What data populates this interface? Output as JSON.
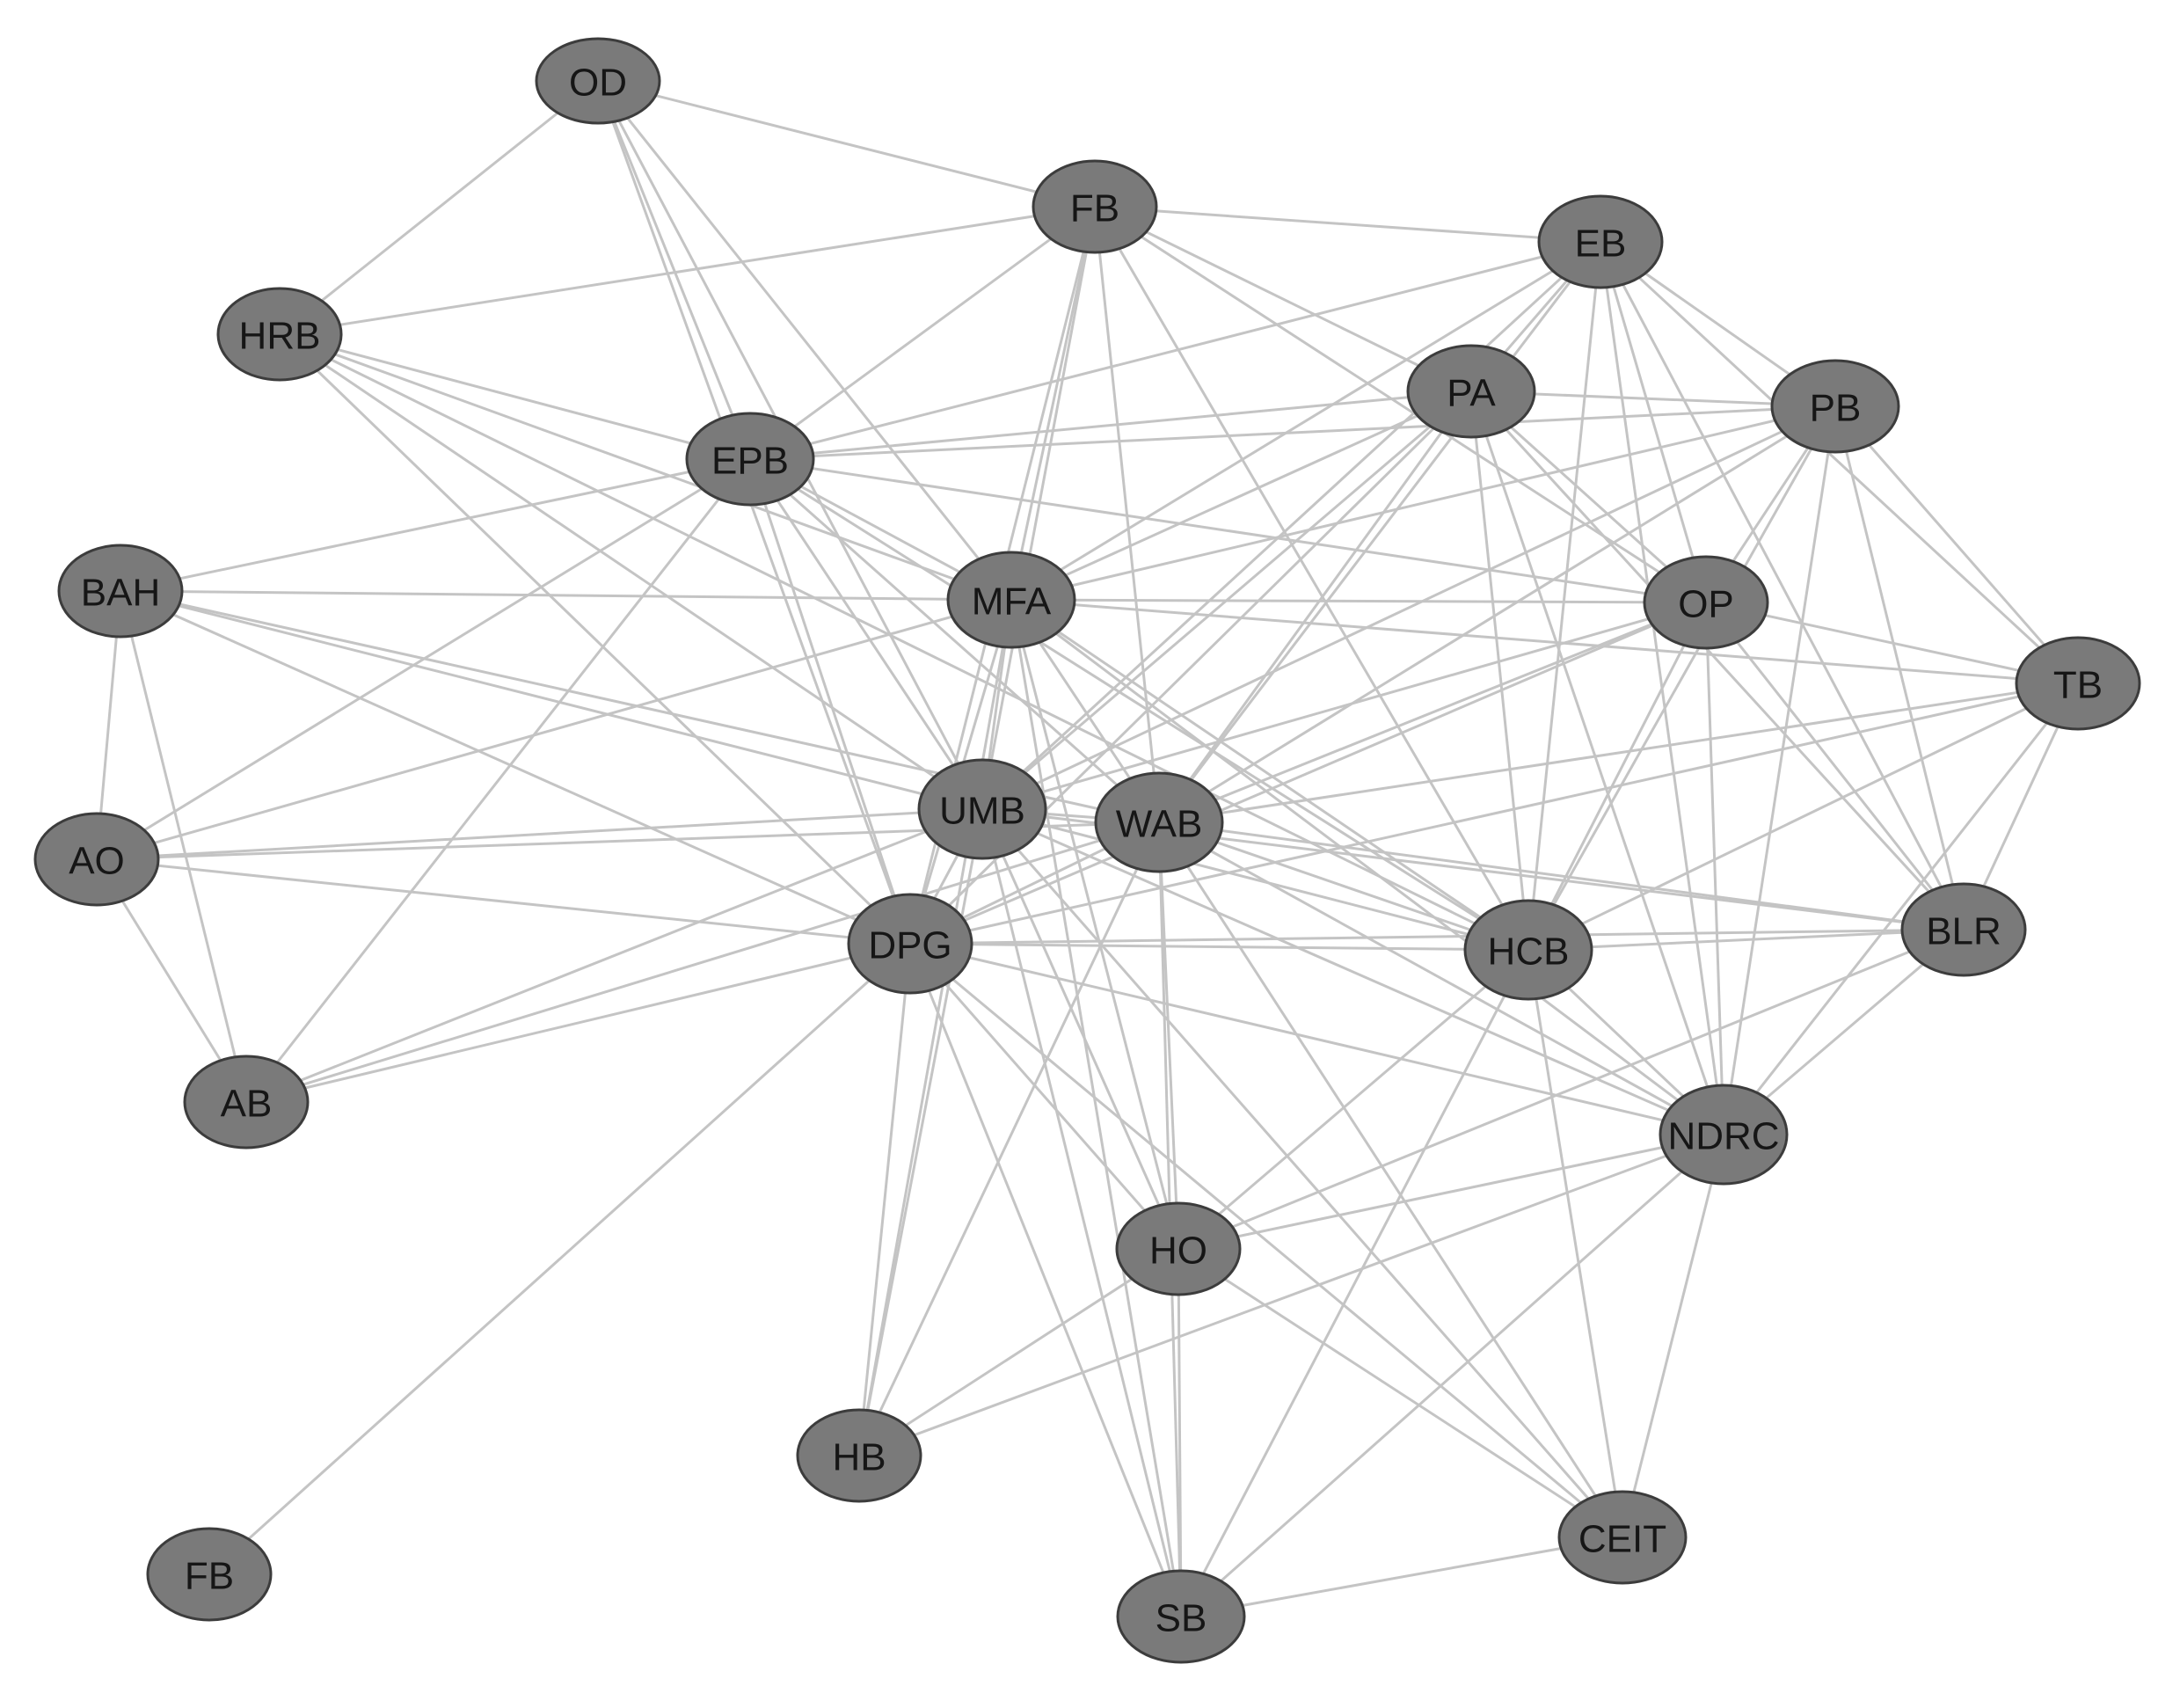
{
  "diagram": {
    "type": "network",
    "node_color": "#7a7a7a",
    "node_border_color": "#3c3c3c",
    "edge_color": "#c4c4c4",
    "label_color": "#161616",
    "nodes": [
      {
        "id": "OD",
        "label": "OD"
      },
      {
        "id": "FB1",
        "label": "FB"
      },
      {
        "id": "EB",
        "label": "EB"
      },
      {
        "id": "HRB",
        "label": "HRB"
      },
      {
        "id": "PA",
        "label": "PA"
      },
      {
        "id": "PB",
        "label": "PB"
      },
      {
        "id": "EPB",
        "label": "EPB"
      },
      {
        "id": "BAH",
        "label": "BAH"
      },
      {
        "id": "MFA",
        "label": "MFA"
      },
      {
        "id": "OP",
        "label": "OP"
      },
      {
        "id": "TB",
        "label": "TB"
      },
      {
        "id": "UMB",
        "label": "UMB"
      },
      {
        "id": "WAB",
        "label": "WAB"
      },
      {
        "id": "AO",
        "label": "AO"
      },
      {
        "id": "DPG",
        "label": "DPG"
      },
      {
        "id": "HCB",
        "label": "HCB"
      },
      {
        "id": "BLR",
        "label": "BLR"
      },
      {
        "id": "AB",
        "label": "AB"
      },
      {
        "id": "NDRC",
        "label": "NDRC"
      },
      {
        "id": "HO",
        "label": "HO"
      },
      {
        "id": "HB",
        "label": "HB"
      },
      {
        "id": "CEIT",
        "label": "CEIT"
      },
      {
        "id": "FB2",
        "label": "FB"
      },
      {
        "id": "SB",
        "label": "SB"
      }
    ],
    "edges": [
      [
        "OD",
        "HRB"
      ],
      [
        "OD",
        "FB1"
      ],
      [
        "OD",
        "EPB"
      ],
      [
        "OD",
        "MFA"
      ],
      [
        "OD",
        "UMB"
      ],
      [
        "OD",
        "DPG"
      ],
      [
        "FB1",
        "HRB"
      ],
      [
        "FB1",
        "EB"
      ],
      [
        "FB1",
        "PA"
      ],
      [
        "FB1",
        "EPB"
      ],
      [
        "FB1",
        "MFA"
      ],
      [
        "FB1",
        "UMB"
      ],
      [
        "FB1",
        "WAB"
      ],
      [
        "FB1",
        "HCB"
      ],
      [
        "FB1",
        "OP"
      ],
      [
        "FB1",
        "DPG"
      ],
      [
        "EB",
        "EPB"
      ],
      [
        "EB",
        "PA"
      ],
      [
        "EB",
        "PB"
      ],
      [
        "EB",
        "OP"
      ],
      [
        "EB",
        "TB"
      ],
      [
        "EB",
        "MFA"
      ],
      [
        "EB",
        "UMB"
      ],
      [
        "EB",
        "WAB"
      ],
      [
        "EB",
        "HCB"
      ],
      [
        "EB",
        "BLR"
      ],
      [
        "EB",
        "NDRC"
      ],
      [
        "HRB",
        "EPB"
      ],
      [
        "HRB",
        "MFA"
      ],
      [
        "HRB",
        "UMB"
      ],
      [
        "HRB",
        "DPG"
      ],
      [
        "HRB",
        "HCB"
      ],
      [
        "PA",
        "PB"
      ],
      [
        "PA",
        "EPB"
      ],
      [
        "PA",
        "MFA"
      ],
      [
        "PA",
        "OP"
      ],
      [
        "PA",
        "UMB"
      ],
      [
        "PA",
        "WAB"
      ],
      [
        "PA",
        "DPG"
      ],
      [
        "PA",
        "HCB"
      ],
      [
        "PA",
        "NDRC"
      ],
      [
        "PA",
        "BLR"
      ],
      [
        "PB",
        "EPB"
      ],
      [
        "PB",
        "OP"
      ],
      [
        "PB",
        "TB"
      ],
      [
        "PB",
        "MFA"
      ],
      [
        "PB",
        "UMB"
      ],
      [
        "PB",
        "WAB"
      ],
      [
        "PB",
        "HCB"
      ],
      [
        "PB",
        "BLR"
      ],
      [
        "PB",
        "NDRC"
      ],
      [
        "EPB",
        "BAH"
      ],
      [
        "EPB",
        "AO"
      ],
      [
        "EPB",
        "AB"
      ],
      [
        "EPB",
        "MFA"
      ],
      [
        "EPB",
        "OP"
      ],
      [
        "EPB",
        "UMB"
      ],
      [
        "EPB",
        "WAB"
      ],
      [
        "EPB",
        "DPG"
      ],
      [
        "EPB",
        "HCB"
      ],
      [
        "BAH",
        "AO"
      ],
      [
        "BAH",
        "AB"
      ],
      [
        "BAH",
        "MFA"
      ],
      [
        "BAH",
        "UMB"
      ],
      [
        "BAH",
        "WAB"
      ],
      [
        "BAH",
        "DPG"
      ],
      [
        "MFA",
        "OP"
      ],
      [
        "MFA",
        "TB"
      ],
      [
        "MFA",
        "UMB"
      ],
      [
        "MFA",
        "WAB"
      ],
      [
        "MFA",
        "DPG"
      ],
      [
        "MFA",
        "HCB"
      ],
      [
        "MFA",
        "AO"
      ],
      [
        "MFA",
        "HO"
      ],
      [
        "MFA",
        "HB"
      ],
      [
        "MFA",
        "SB"
      ],
      [
        "MFA",
        "NDRC"
      ],
      [
        "OP",
        "TB"
      ],
      [
        "OP",
        "UMB"
      ],
      [
        "OP",
        "WAB"
      ],
      [
        "OP",
        "HCB"
      ],
      [
        "OP",
        "BLR"
      ],
      [
        "OP",
        "NDRC"
      ],
      [
        "OP",
        "DPG"
      ],
      [
        "TB",
        "WAB"
      ],
      [
        "TB",
        "DPG"
      ],
      [
        "TB",
        "HCB"
      ],
      [
        "TB",
        "BLR"
      ],
      [
        "TB",
        "NDRC"
      ],
      [
        "UMB",
        "WAB"
      ],
      [
        "UMB",
        "AO"
      ],
      [
        "UMB",
        "AB"
      ],
      [
        "UMB",
        "DPG"
      ],
      [
        "UMB",
        "HCB"
      ],
      [
        "UMB",
        "BLR"
      ],
      [
        "UMB",
        "HO"
      ],
      [
        "UMB",
        "HB"
      ],
      [
        "UMB",
        "SB"
      ],
      [
        "UMB",
        "CEIT"
      ],
      [
        "UMB",
        "NDRC"
      ],
      [
        "WAB",
        "AO"
      ],
      [
        "WAB",
        "DPG"
      ],
      [
        "WAB",
        "HCB"
      ],
      [
        "WAB",
        "BLR"
      ],
      [
        "WAB",
        "NDRC"
      ],
      [
        "WAB",
        "HO"
      ],
      [
        "WAB",
        "HB"
      ],
      [
        "WAB",
        "SB"
      ],
      [
        "WAB",
        "CEIT"
      ],
      [
        "AO",
        "AB"
      ],
      [
        "AO",
        "DPG"
      ],
      [
        "DPG",
        "HCB"
      ],
      [
        "DPG",
        "BLR"
      ],
      [
        "DPG",
        "AB"
      ],
      [
        "DPG",
        "FB2"
      ],
      [
        "DPG",
        "HO"
      ],
      [
        "DPG",
        "HB"
      ],
      [
        "DPG",
        "SB"
      ],
      [
        "DPG",
        "NDRC"
      ],
      [
        "DPG",
        "CEIT"
      ],
      [
        "HCB",
        "BLR"
      ],
      [
        "HCB",
        "NDRC"
      ],
      [
        "HCB",
        "HO"
      ],
      [
        "HCB",
        "CEIT"
      ],
      [
        "HCB",
        "SB"
      ],
      [
        "BLR",
        "NDRC"
      ],
      [
        "BLR",
        "HO"
      ],
      [
        "AB",
        "WAB"
      ],
      [
        "NDRC",
        "HO"
      ],
      [
        "NDRC",
        "SB"
      ],
      [
        "NDRC",
        "CEIT"
      ],
      [
        "NDRC",
        "HB"
      ],
      [
        "HO",
        "HB"
      ],
      [
        "HO",
        "SB"
      ],
      [
        "HO",
        "CEIT"
      ],
      [
        "CEIT",
        "SB"
      ]
    ]
  }
}
